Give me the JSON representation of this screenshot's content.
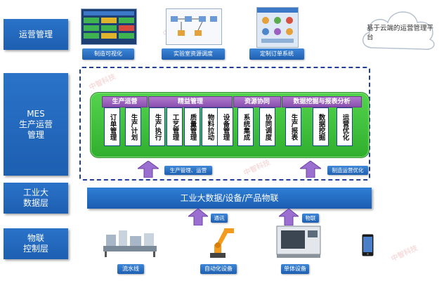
{
  "layers": [
    {
      "label": "运营管理"
    },
    {
      "label": "MES\n生产运营\n管理"
    },
    {
      "label": "工业大\n数据层"
    },
    {
      "label": "物联\n控制层"
    }
  ],
  "top_apps": [
    {
      "caption": "制造可视化"
    },
    {
      "caption": "实验室资源调度"
    },
    {
      "caption": "定制订单系统"
    }
  ],
  "cloud_platform": "基于云端的运营管理平台",
  "categories": [
    {
      "label": "生产运营"
    },
    {
      "label": "精益管理"
    },
    {
      "label": "资源协同"
    },
    {
      "label": "数据挖掘与报表分析"
    }
  ],
  "modules": [
    {
      "label": "订单管理"
    },
    {
      "label": "生产计划"
    },
    {
      "label": "生产执行"
    },
    {
      "label": "工艺管理"
    },
    {
      "label": "质量管理"
    },
    {
      "label": "物料拉动"
    },
    {
      "label": "设备管理"
    },
    {
      "label": "系统集成"
    },
    {
      "label": "协同调度"
    },
    {
      "label": "生产报表"
    },
    {
      "label": "数据挖掘"
    },
    {
      "label": "运营优化"
    }
  ],
  "mes_arrows": [
    {
      "label": "生产管理、运营"
    },
    {
      "label": "制造运营优化"
    }
  ],
  "bigdata_bar": "工业大数据/设备/产品物联",
  "iot_arrows": [
    {
      "label": "通讯"
    },
    {
      "label": "物联"
    }
  ],
  "devices": [
    {
      "caption": "流水线"
    },
    {
      "caption": "自动化设备"
    },
    {
      "caption": "单体设备"
    }
  ],
  "watermark": "中智科技",
  "colors": {
    "layer_blue": "#1d5fb1",
    "mes_green": "#2faf2d",
    "category_purple": "#8a4fb0",
    "dash_navy": "#1f3f9a"
  }
}
